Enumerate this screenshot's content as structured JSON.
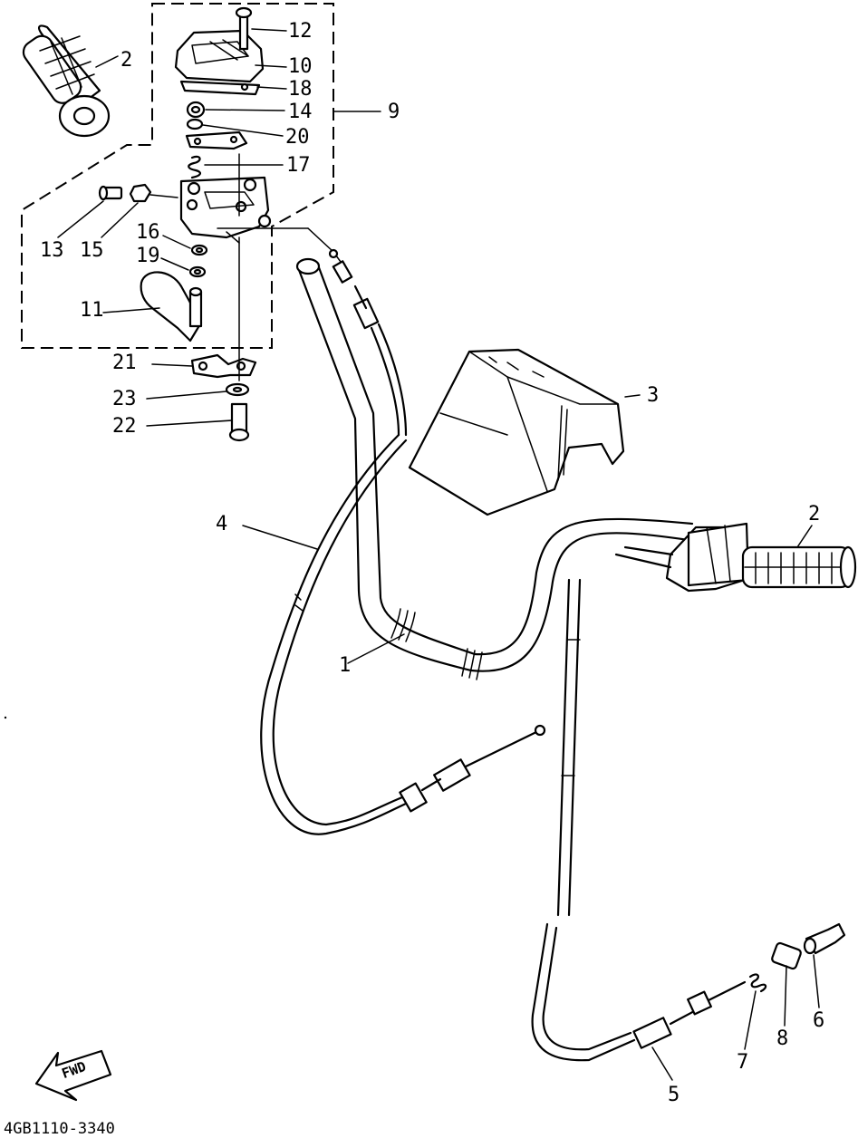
{
  "diagram": {
    "code": "4GB1110-3340",
    "fwd_label": "FWD",
    "callouts": [
      {
        "id": "n12",
        "text": "12"
      },
      {
        "id": "n10",
        "text": "10"
      },
      {
        "id": "n18",
        "text": "18"
      },
      {
        "id": "n14",
        "text": "14"
      },
      {
        "id": "n20",
        "text": "20"
      },
      {
        "id": "n17",
        "text": "17"
      },
      {
        "id": "n9",
        "text": "9"
      },
      {
        "id": "n2a",
        "text": "2"
      },
      {
        "id": "n13",
        "text": "13"
      },
      {
        "id": "n15",
        "text": "15"
      },
      {
        "id": "n16",
        "text": "16"
      },
      {
        "id": "n19",
        "text": "19"
      },
      {
        "id": "n11",
        "text": "11"
      },
      {
        "id": "n21",
        "text": "21"
      },
      {
        "id": "n23",
        "text": "23"
      },
      {
        "id": "n22",
        "text": "22"
      },
      {
        "id": "n3",
        "text": "3"
      },
      {
        "id": "n4",
        "text": "4"
      },
      {
        "id": "n2b",
        "text": "2"
      },
      {
        "id": "n1",
        "text": "1"
      },
      {
        "id": "n7",
        "text": "7"
      },
      {
        "id": "n8",
        "text": "8"
      },
      {
        "id": "n6",
        "text": "6"
      },
      {
        "id": "n5",
        "text": "5"
      }
    ]
  }
}
